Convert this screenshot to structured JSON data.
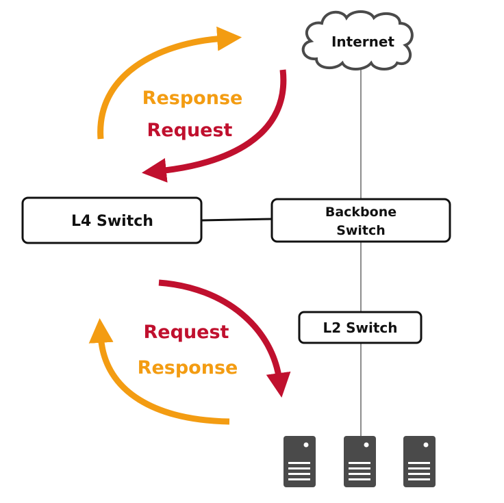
{
  "nodes": {
    "internet": "Internet",
    "l4_switch": "L4 Switch",
    "backbone_line1": "Backbone",
    "backbone_line2": "Switch",
    "l2_switch": "L2 Switch"
  },
  "flows": {
    "upper": {
      "response": "Response",
      "request": "Request"
    },
    "lower": {
      "request": "Request",
      "response": "Response"
    }
  },
  "colors": {
    "response": "#F39C12",
    "request": "#C0102E",
    "server": "#4A4A4A",
    "link": "#8C8C8C"
  },
  "servers": [
    "server",
    "server",
    "server"
  ]
}
